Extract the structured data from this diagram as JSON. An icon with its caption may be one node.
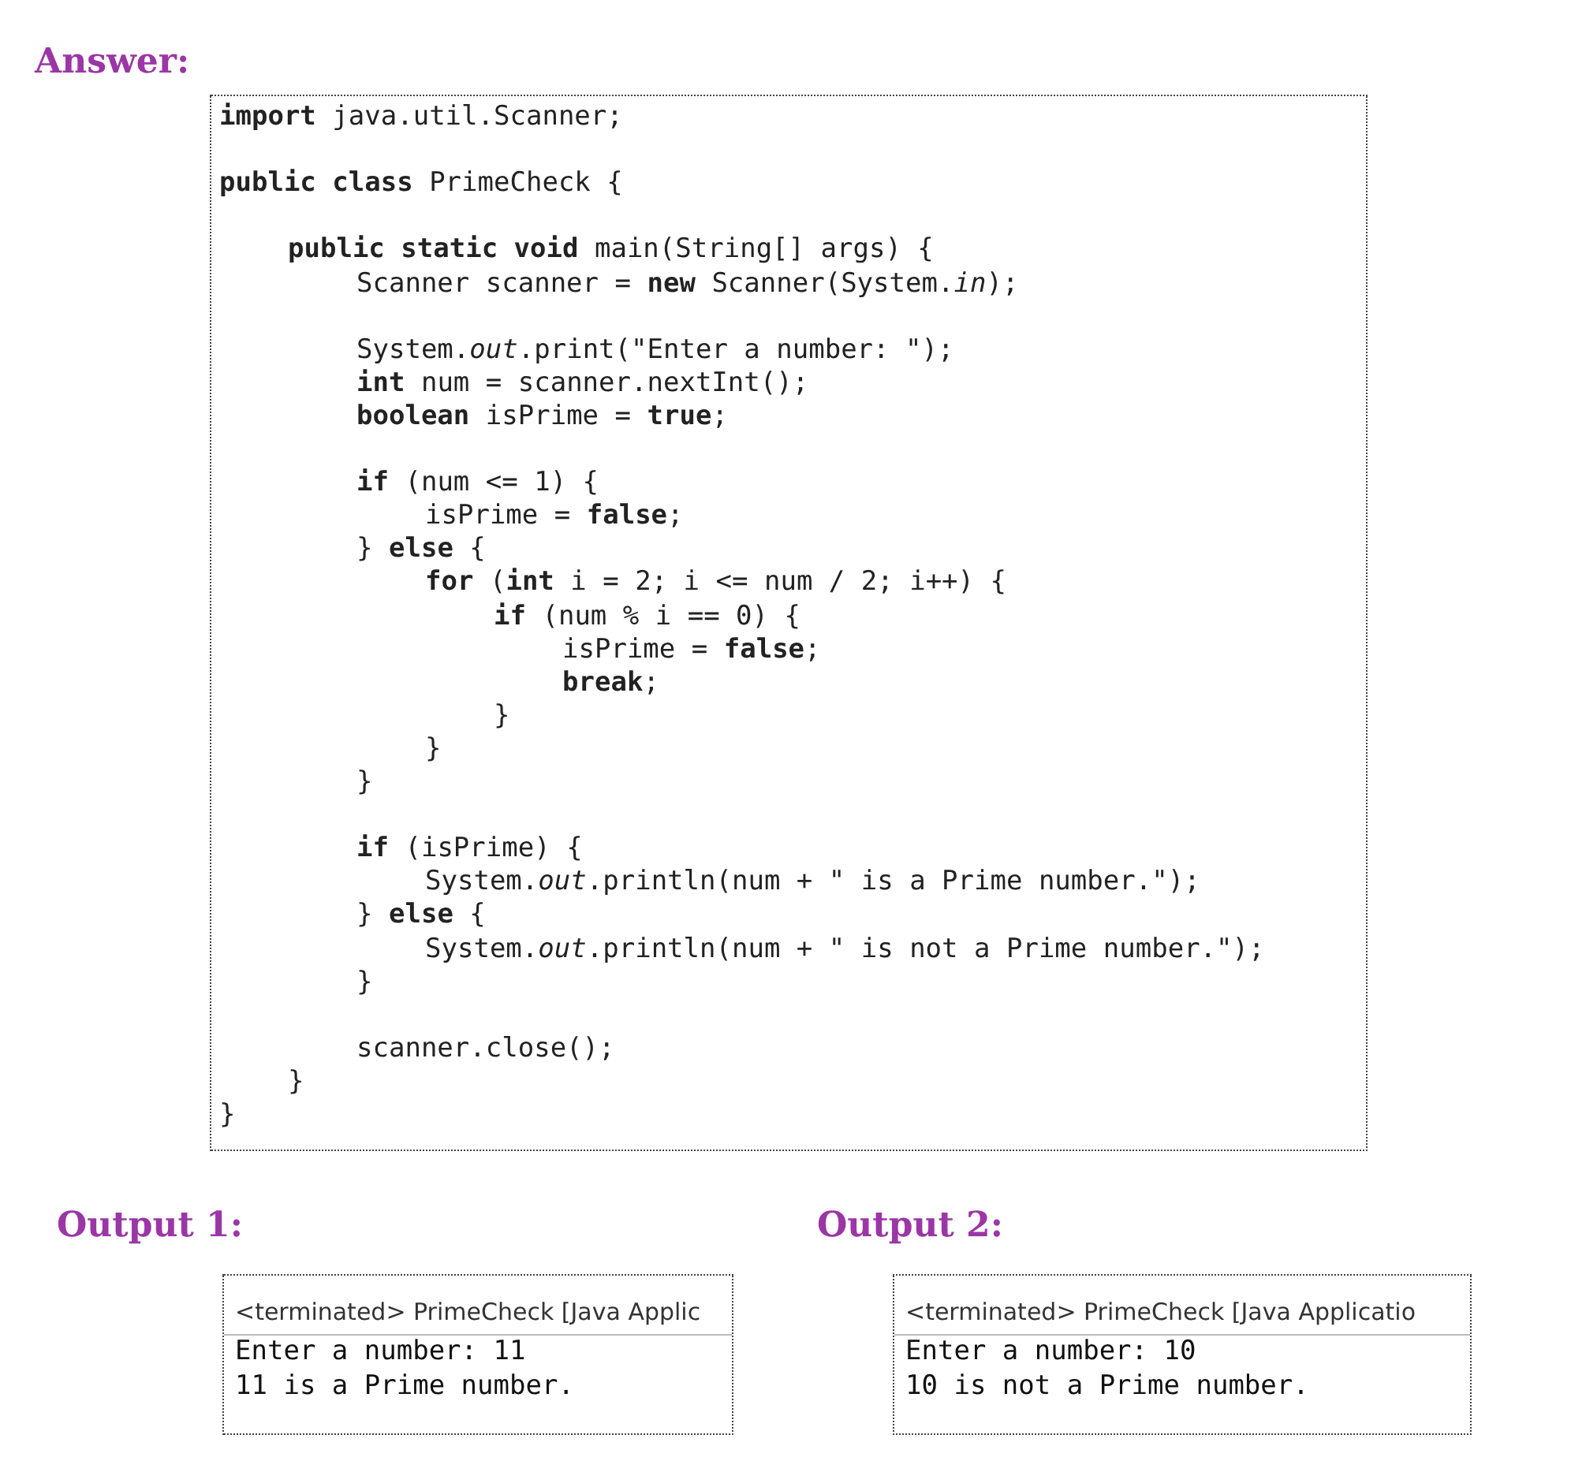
{
  "diagram": {
    "labels": [
      "Answer:",
      "**import** java.util.Scanner;",
      "**public class** PrimeCheck {",
      "**public static void** main(String[] args) {",
      "Scanner scanner = **new** Scanner(System.*in*);",
      "System.*out*.print(\"Enter a number: \");",
      "**int** num = scanner.nextInt();",
      "**boolean** isPrime = **true**;",
      "**if** (num <= 1) {",
      "isPrime = **false**;",
      "} **else** {",
      "**for** (**int** i = 2; i <= num / 2; i++) {",
      "**if** (num % i == 0) {",
      "isPrime = **false**;",
      "**break**;",
      "}",
      "}",
      "}",
      "**if** (isPrime) {",
      "System.*out*.println(num + \" is a Prime number.\");",
      "} **else** {",
      "System.*out*.println(num + \" is not a Prime number.\");",
      "}",
      "scanner.close();",
      "}",
      "}",
      "Output 1:",
      "Output 2:",
      "<terminated> PrimeCheck [Java Applic",
      "Enter a number: 11",
      "11 is a Prime number.",
      "<terminated> PrimeCheck [Java Applicatio",
      "Enter a number: 10",
      "10 is not a Prime number."
    ]
  }
}
